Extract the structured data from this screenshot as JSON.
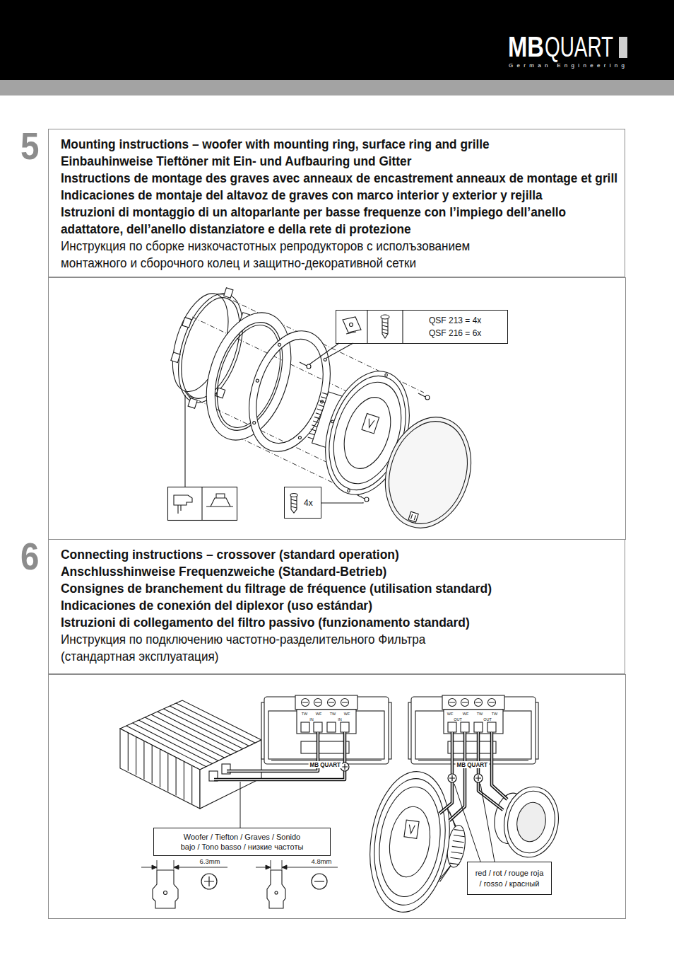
{
  "diagram": {
    "nodes": [
      {
        "text": [
          "5",
          "Mounting instructions – woofer with mounting ring, surface ring and grille",
          "Einbauhinweise Tieftöner mit Ein- und Aufbauring und Gitter",
          "Instructions de montage des graves avec anneaux de encastrement anneaux de montage et grill",
          "Indicaciones de montaje del altavoz de graves con marco interior y exterior y rejilla",
          "Istruzioni di montaggio di un altoparlante per basse frequenze con l’impiego dell’anello adattatore, dell’anello distanziatore e della rete di protezione",
          "Инструкция по сборке низкочастотных репродукторов с исполъзованием монтажного и сборочного колец и защитно-декоративной сетки"
        ]
      },
      {
        "text": [
          "QSF 213 = 4x",
          "QSF 216 = 6x"
        ]
      },
      {
        "text": [
          "4x"
        ]
      },
      {
        "text": [
          "6",
          "Connecting instructions – crossover (standard operation)",
          "Anschlusshinweise Frequenzweiche (Standard-Betrieb)",
          "Consignes de branchement du filtrage de fréquence (utilisation standard)",
          "Indicaciones de conexión del diplexor (uso estándar)",
          "Istruzioni di collegamento del filtro passivo (funzionamento standard)",
          "Инструкция по подключению частотно-разделительного Фильтра (стандартная эксплуатация)"
        ]
      },
      {
        "text": [
          "Woofer / Tiefton / Graves / Sonido bajo / Tono basso / низкие частоты"
        ]
      },
      {
        "text": [
          "red / rot / rouge roja / rosso / красный"
        ]
      }
    ],
    "labels": [
      "MB",
      "QUART",
      "German Engineering",
      "TW",
      "WF",
      "TW",
      "WF",
      "IN",
      "IN",
      "MB QUART",
      "WF",
      "WF",
      "TW",
      "TW",
      "OUT",
      "OUT",
      "MB QUART",
      "6.3mm",
      "4.8mm"
    ]
  }
}
